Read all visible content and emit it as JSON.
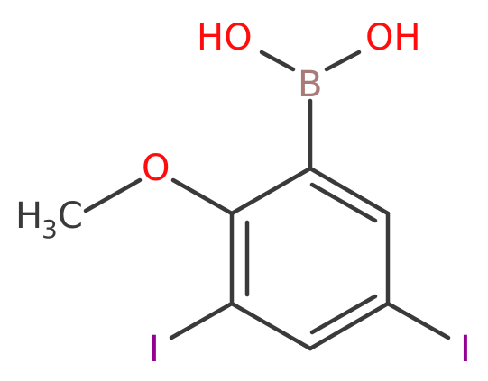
{
  "molecule": {
    "atoms": {
      "hydroxyl_left": {
        "label": "HO",
        "color": "#ff0d0d"
      },
      "hydroxyl_right": {
        "label": "OH",
        "color": "#ff0d0d"
      },
      "boron": {
        "label": "B",
        "color": "#a87a78"
      },
      "oxygen_methoxy": {
        "label": "O",
        "color": "#ff0d0d"
      },
      "methyl_h": {
        "label": "H",
        "color": "#3a3a3a"
      },
      "methyl_sub": {
        "label": "3",
        "color": "#3a3a3a"
      },
      "methyl_c": {
        "label": "C",
        "color": "#3a3a3a"
      },
      "iodine_left": {
        "label": "I",
        "color": "#940094"
      },
      "iodine_right": {
        "label": "I",
        "color": "#940094"
      }
    },
    "bond_color": "#3a3a3a"
  }
}
